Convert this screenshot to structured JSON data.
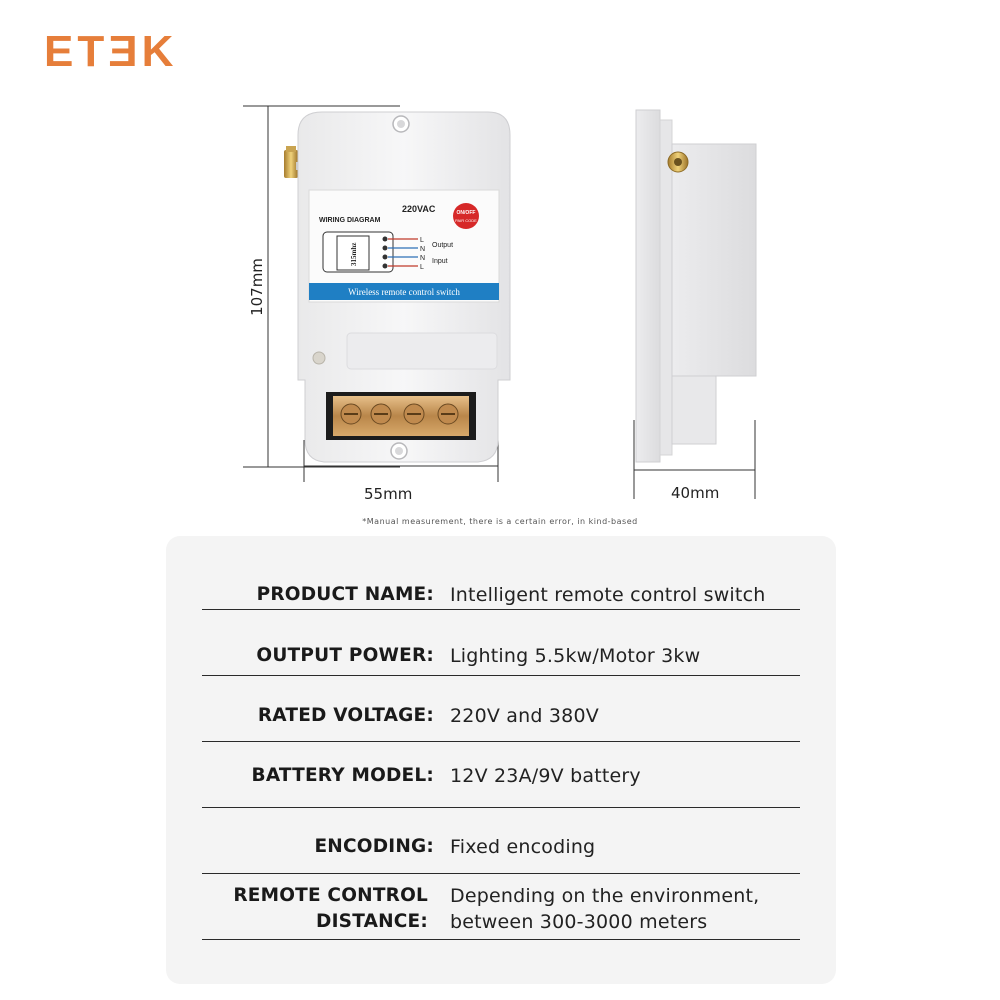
{
  "brand": {
    "logo_text": "ETƎK",
    "color": "#e67e3a"
  },
  "device": {
    "voltage_label": "220VAC",
    "wiring_title": "WIRING DIAGRAM",
    "freq_label": "315mhz",
    "output_label": "Output",
    "input_label": "Input",
    "terminal_letters": [
      "L",
      "N",
      "N",
      "L"
    ],
    "button_top": "ON/OFF",
    "button_bottom": "PAIR CODE",
    "banner": "Wireless remote control switch",
    "banner_color": "#1f7fc4",
    "button_color": "#d62828"
  },
  "dimensions": {
    "height": "107mm",
    "width": "55mm",
    "depth": "40mm"
  },
  "note": "*Manual measurement, there is a certain error, in kind-based",
  "specs": [
    {
      "key": "PRODUCT NAME:",
      "value": "Intelligent remote control switch"
    },
    {
      "key": "OUTPUT POWER:",
      "value": "Lighting 5.5kw/Motor 3kw"
    },
    {
      "key": "RATED VOLTAGE:",
      "value": "220V and 380V"
    },
    {
      "key": "BATTERY MODEL:",
      "value": "12V 23A/9V battery"
    },
    {
      "key": "ENCODING:",
      "value": "Fixed encoding"
    },
    {
      "key_lines": [
        "REMOTE CONTROL",
        "DISTANCE:"
      ],
      "value_lines": [
        "Depending on the environment,",
        "between 300-3000 meters"
      ]
    }
  ]
}
